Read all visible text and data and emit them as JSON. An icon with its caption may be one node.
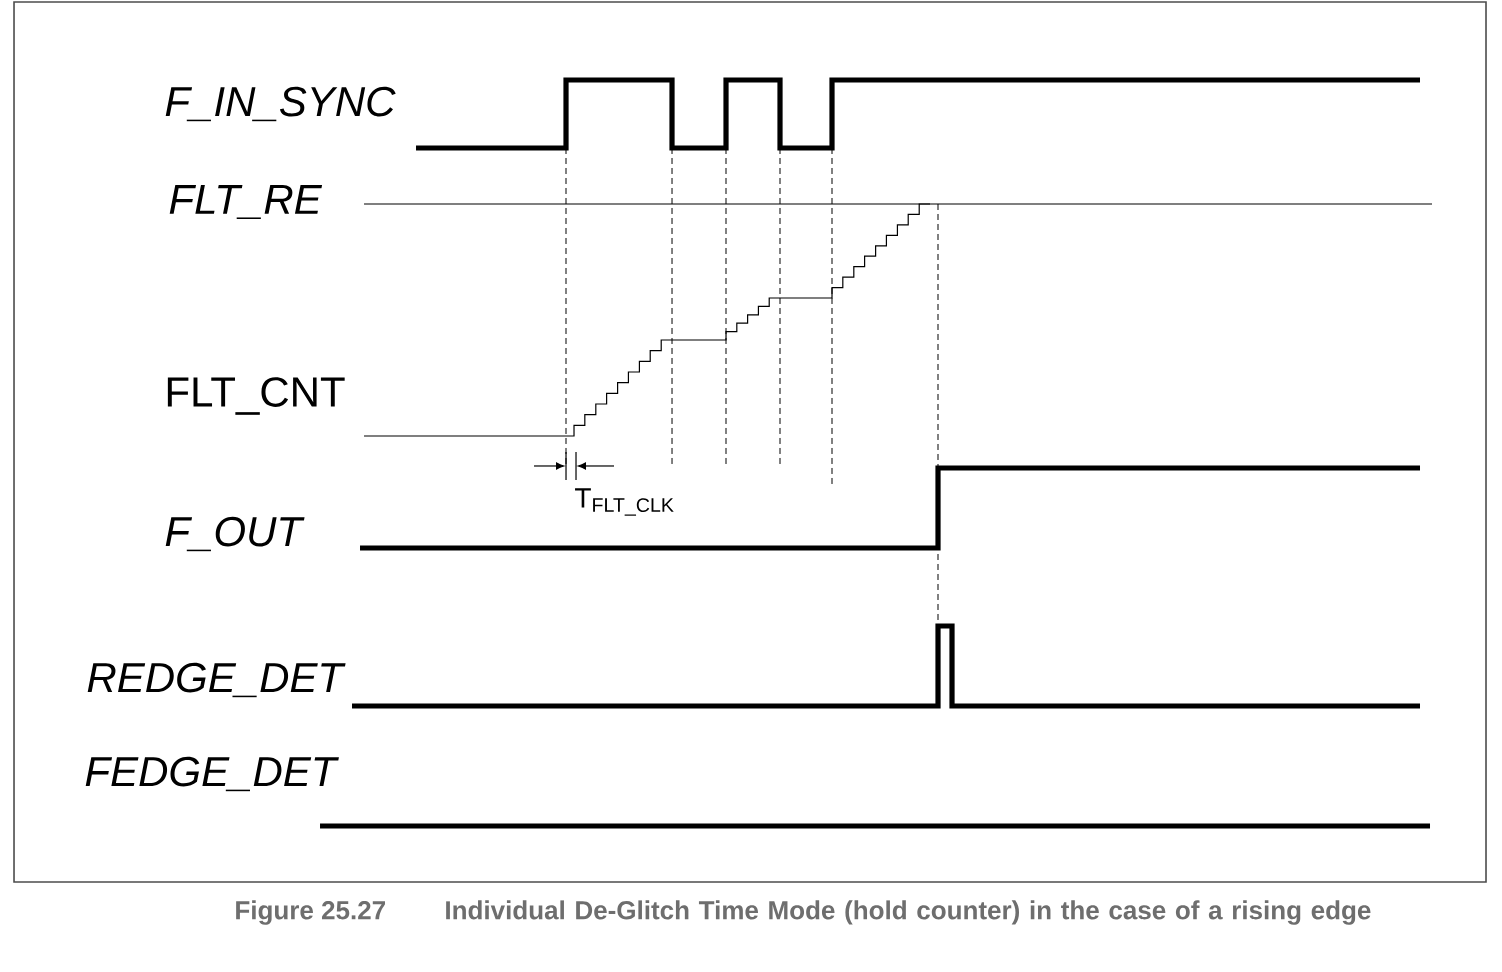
{
  "diagram": {
    "caption": "Individual De-Glitch Time Mode (hold counter) in the case of a rising edge",
    "labels": [
      "F_IN_SYNC",
      "FLT_RE",
      "FLT_CNT",
      "T$_{FLT_CLK}$",
      "F_OUT",
      "REDGE_DET",
      "FEDGE_DET",
      "Figure 25.27"
    ]
  }
}
